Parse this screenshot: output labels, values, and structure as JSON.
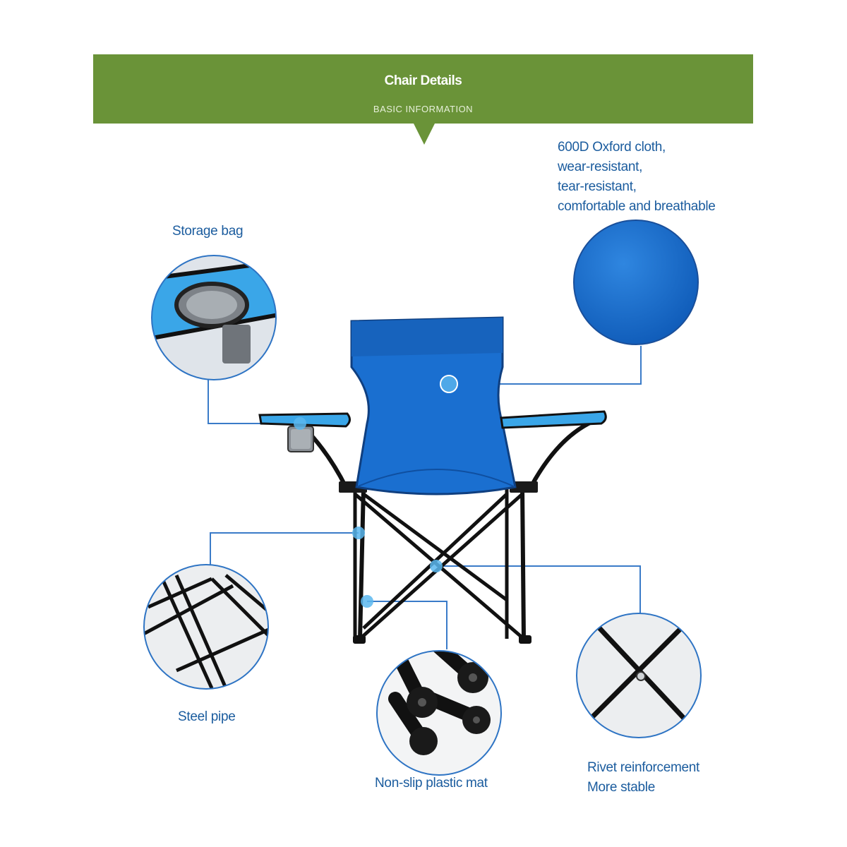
{
  "banner": {
    "title": "Chair Details",
    "subtitle": "BASIC INFORMATION"
  },
  "callouts": {
    "fabric": {
      "line1": "600D Oxford cloth,",
      "line2": "wear-resistant,",
      "line3": "tear-resistant,",
      "line4": "comfortable and breathable"
    },
    "storage_bag": "Storage bag",
    "steel_pipe": "Steel pipe",
    "mat": "Non-slip plastic mat",
    "rivet": {
      "line1": "Rivet reinforcement",
      "line2": "More stable"
    }
  },
  "colors": {
    "banner_green": "#6a9338",
    "label_blue": "#1b5c9e",
    "fabric_blue": "#1a6fd0",
    "accent_light_blue": "#3aa6e8",
    "frame_black": "#111111"
  }
}
